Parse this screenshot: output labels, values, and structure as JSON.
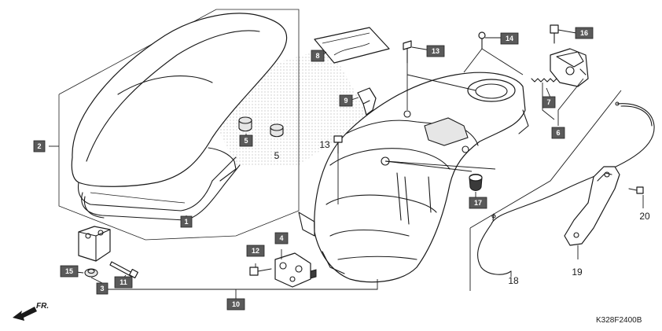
{
  "callouts": {
    "c1": "1",
    "c2": "2",
    "c3": "3",
    "c4": "4",
    "c5": "5",
    "c6": "6",
    "c7": "7",
    "c8": "8",
    "c9": "9",
    "c10": "10",
    "c11": "11",
    "c12": "12",
    "c13": "13",
    "c14": "14",
    "c15": "15",
    "c16": "16",
    "c17": "17"
  },
  "labels": {
    "l5": "5",
    "l13": "13",
    "l18": "18",
    "l19": "19",
    "l20": "20"
  },
  "direction_mark": "FR.",
  "drawing_code": "K328F2400B",
  "colors": {
    "callout_box": "#5a5a5a",
    "line": "#1a1a1a",
    "background": "#ffffff"
  }
}
